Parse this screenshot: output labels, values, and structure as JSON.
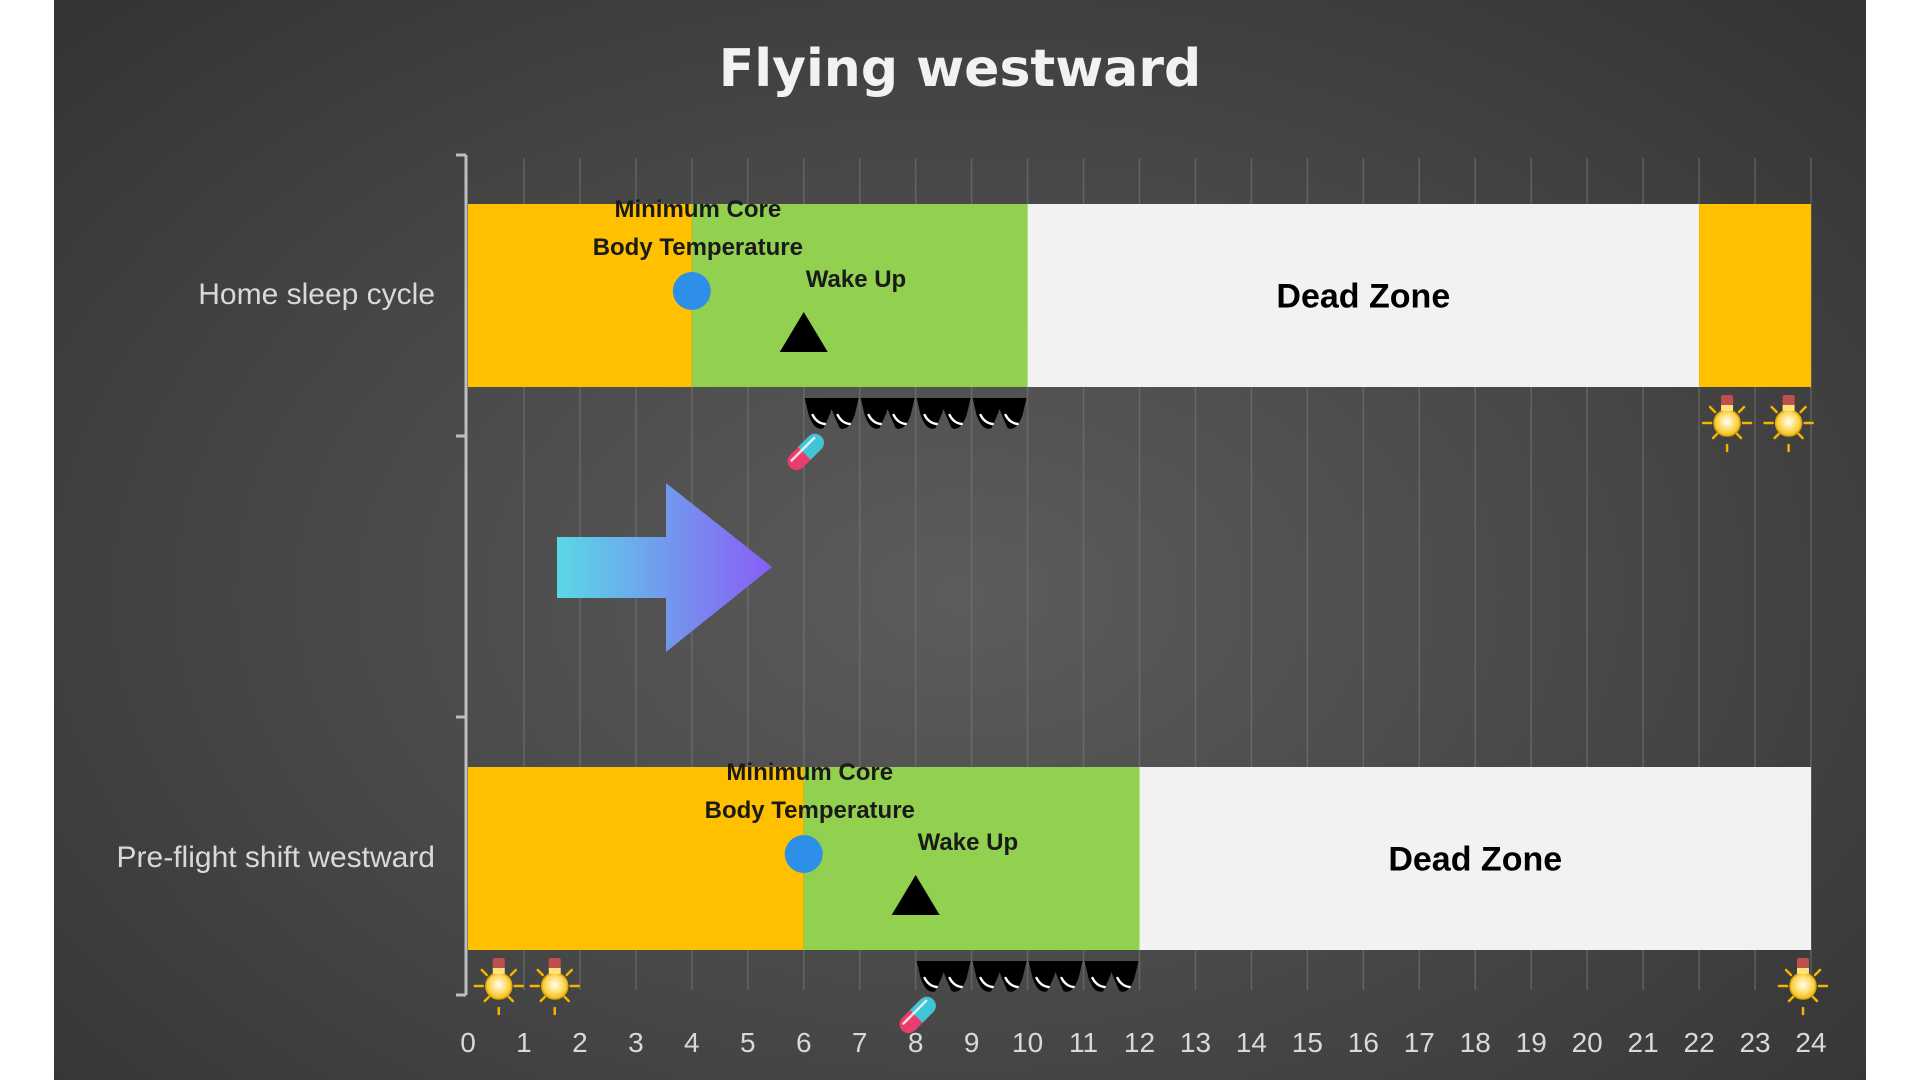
{
  "colors": {
    "sleep": "#FFC000",
    "wake": "#92D050",
    "dead": "#F2F2F2",
    "marker_circle": "#2E8FE8",
    "marker_triangle": "#000000",
    "background": "#4a4a4a",
    "text": "#d9d9d9"
  },
  "chart_data": {
    "type": "bar",
    "orientation": "horizontal",
    "stacked": true,
    "title": "Flying westward",
    "xlim": [
      0,
      24
    ],
    "xticks": [
      0,
      1,
      2,
      3,
      4,
      5,
      6,
      7,
      8,
      9,
      10,
      11,
      12,
      13,
      14,
      15,
      16,
      17,
      18,
      19,
      20,
      21,
      22,
      23,
      24
    ],
    "grid": true,
    "categories": [
      "Home sleep cycle",
      "Pre-flight shift westward"
    ],
    "rows": [
      {
        "category": "Home sleep cycle",
        "segments": [
          {
            "start": 0,
            "end": 4,
            "color": "#FFC000",
            "label": ""
          },
          {
            "start": 4,
            "end": 10,
            "color": "#92D050",
            "label": ""
          },
          {
            "start": 10,
            "end": 22,
            "color": "#F2F2F2",
            "label": "Dead Zone"
          },
          {
            "start": 22,
            "end": 24,
            "color": "#FFC000",
            "label": ""
          }
        ],
        "min_core_temp": {
          "x": 4,
          "label_line1": "Minimum Core",
          "label_line2": "Body Temperature"
        },
        "wake_up": {
          "x": 6,
          "label": "Wake Up"
        },
        "sunglasses": [
          7,
          8,
          9,
          10
        ],
        "pill": 6,
        "light_bulbs": [
          22.5,
          23.6
        ]
      },
      {
        "category": "Pre-flight shift westward",
        "segments": [
          {
            "start": 0,
            "end": 6,
            "color": "#FFC000",
            "label": ""
          },
          {
            "start": 6,
            "end": 12,
            "color": "#92D050",
            "label": ""
          },
          {
            "start": 12,
            "end": 24,
            "color": "#F2F2F2",
            "label": "Dead Zone"
          }
        ],
        "min_core_temp": {
          "x": 6,
          "label_line1": "Minimum Core",
          "label_line2": "Body Temperature"
        },
        "wake_up": {
          "x": 8,
          "label": "Wake Up"
        },
        "sunglasses": [
          9,
          10,
          11,
          12
        ],
        "pill": 8,
        "light_bulbs": [
          0.55,
          1.55,
          24
        ]
      }
    ],
    "arrow": {
      "direction": "right",
      "colors": [
        "#5AD8E6",
        "#8A5CF6"
      ]
    }
  }
}
